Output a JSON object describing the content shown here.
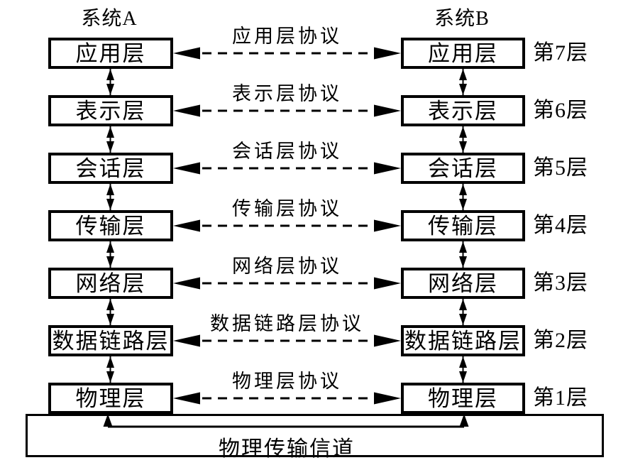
{
  "diagram": {
    "left_system_title": "系统A",
    "right_system_title": "系统B",
    "layers": [
      {
        "name": "应用层",
        "protocol": "应用层协议",
        "number_label": "第7层"
      },
      {
        "name": "表示层",
        "protocol": "表示层协议",
        "number_label": "第6层"
      },
      {
        "name": "会话层",
        "protocol": "会话层协议",
        "number_label": "第5层"
      },
      {
        "name": "传输层",
        "protocol": "传输层协议",
        "number_label": "第4层"
      },
      {
        "name": "网络层",
        "protocol": "网络层协议",
        "number_label": "第3层"
      },
      {
        "name": "数据链路层",
        "protocol": "数据链路层协议",
        "number_label": "第2层"
      },
      {
        "name": "物理层",
        "protocol": "物理层协议",
        "number_label": "第1层"
      }
    ],
    "channel_label": "物理传输信道",
    "colors": {
      "ink": "#000000",
      "background": "#ffffff"
    }
  }
}
